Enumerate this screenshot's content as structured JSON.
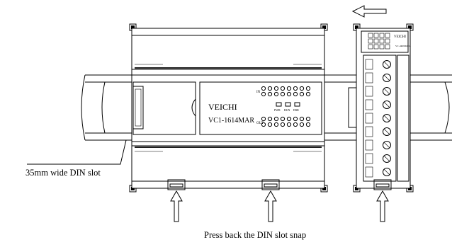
{
  "labels": {
    "din_slot": "35mm wide DIN slot",
    "press_back": "Press back the DIN slot snap"
  },
  "plc": {
    "brand": "VEICHI",
    "model": "VC1-1614MAR",
    "in_label": "IN",
    "out_label": "OUT",
    "indicators": [
      "PWR",
      "RUN",
      "ERR"
    ]
  },
  "module": {
    "brand": "VEICHI",
    "model": "VC-4R0MOD4"
  },
  "arrows": {
    "slide_direction": "left",
    "push_count": 3
  }
}
